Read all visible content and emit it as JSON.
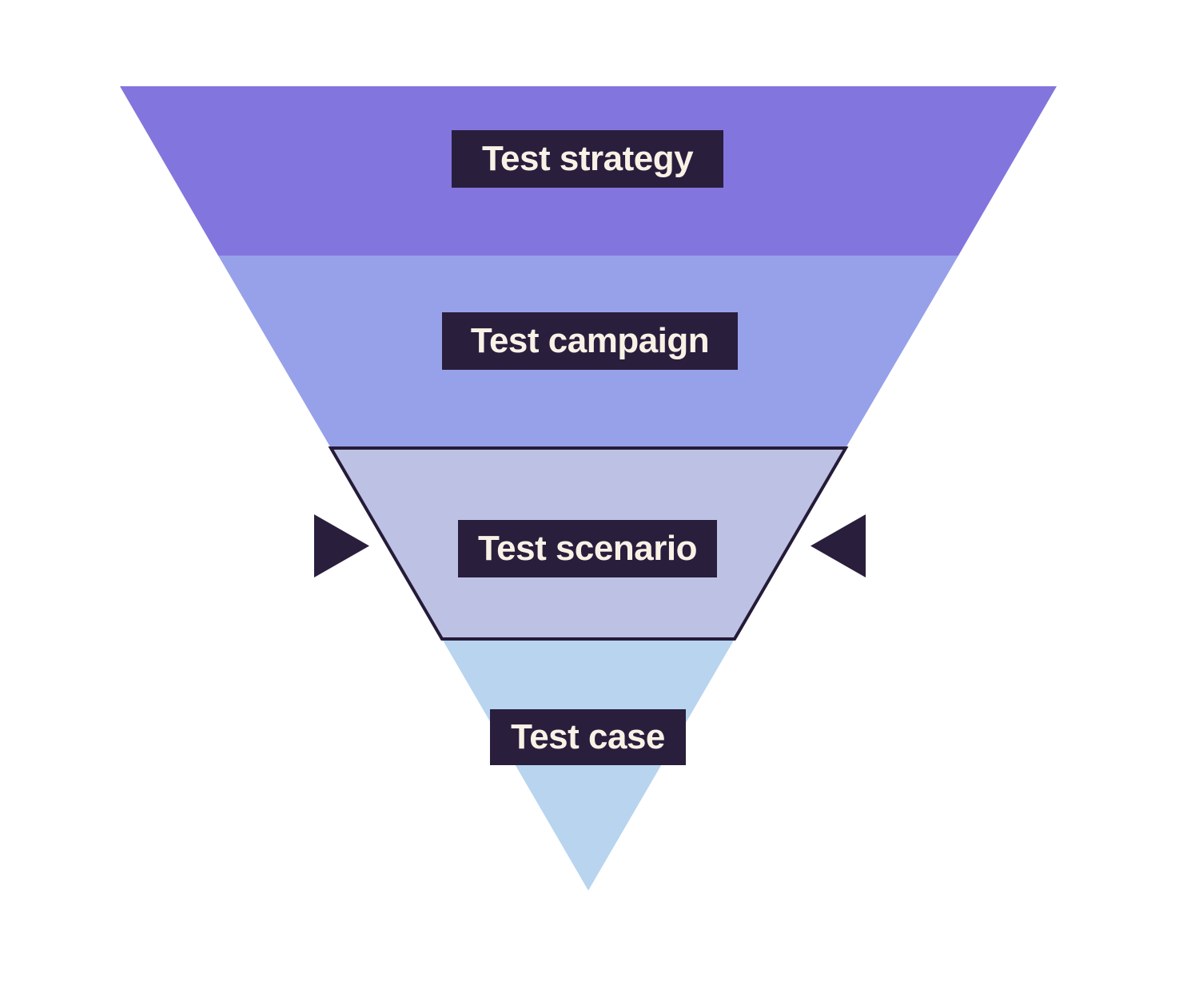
{
  "diagram": {
    "kind": "inverted-pyramid-funnel",
    "levels": [
      {
        "id": "test-strategy",
        "label": "Test strategy",
        "fill": "#8375de"
      },
      {
        "id": "test-campaign",
        "label": "Test campaign",
        "fill": "#97a1e9"
      },
      {
        "id": "test-scenario",
        "label": "Test scenario",
        "fill": "#bdc2e4",
        "outline": "#251b38"
      },
      {
        "id": "test-case",
        "label": "Test case",
        "fill": "#b8d4ef"
      }
    ],
    "label_style": {
      "background": "#2a1e3d",
      "text_color": "#f8f2e6"
    },
    "arrows": {
      "color": "#2a1e3d"
    },
    "background": "#ffffff"
  }
}
